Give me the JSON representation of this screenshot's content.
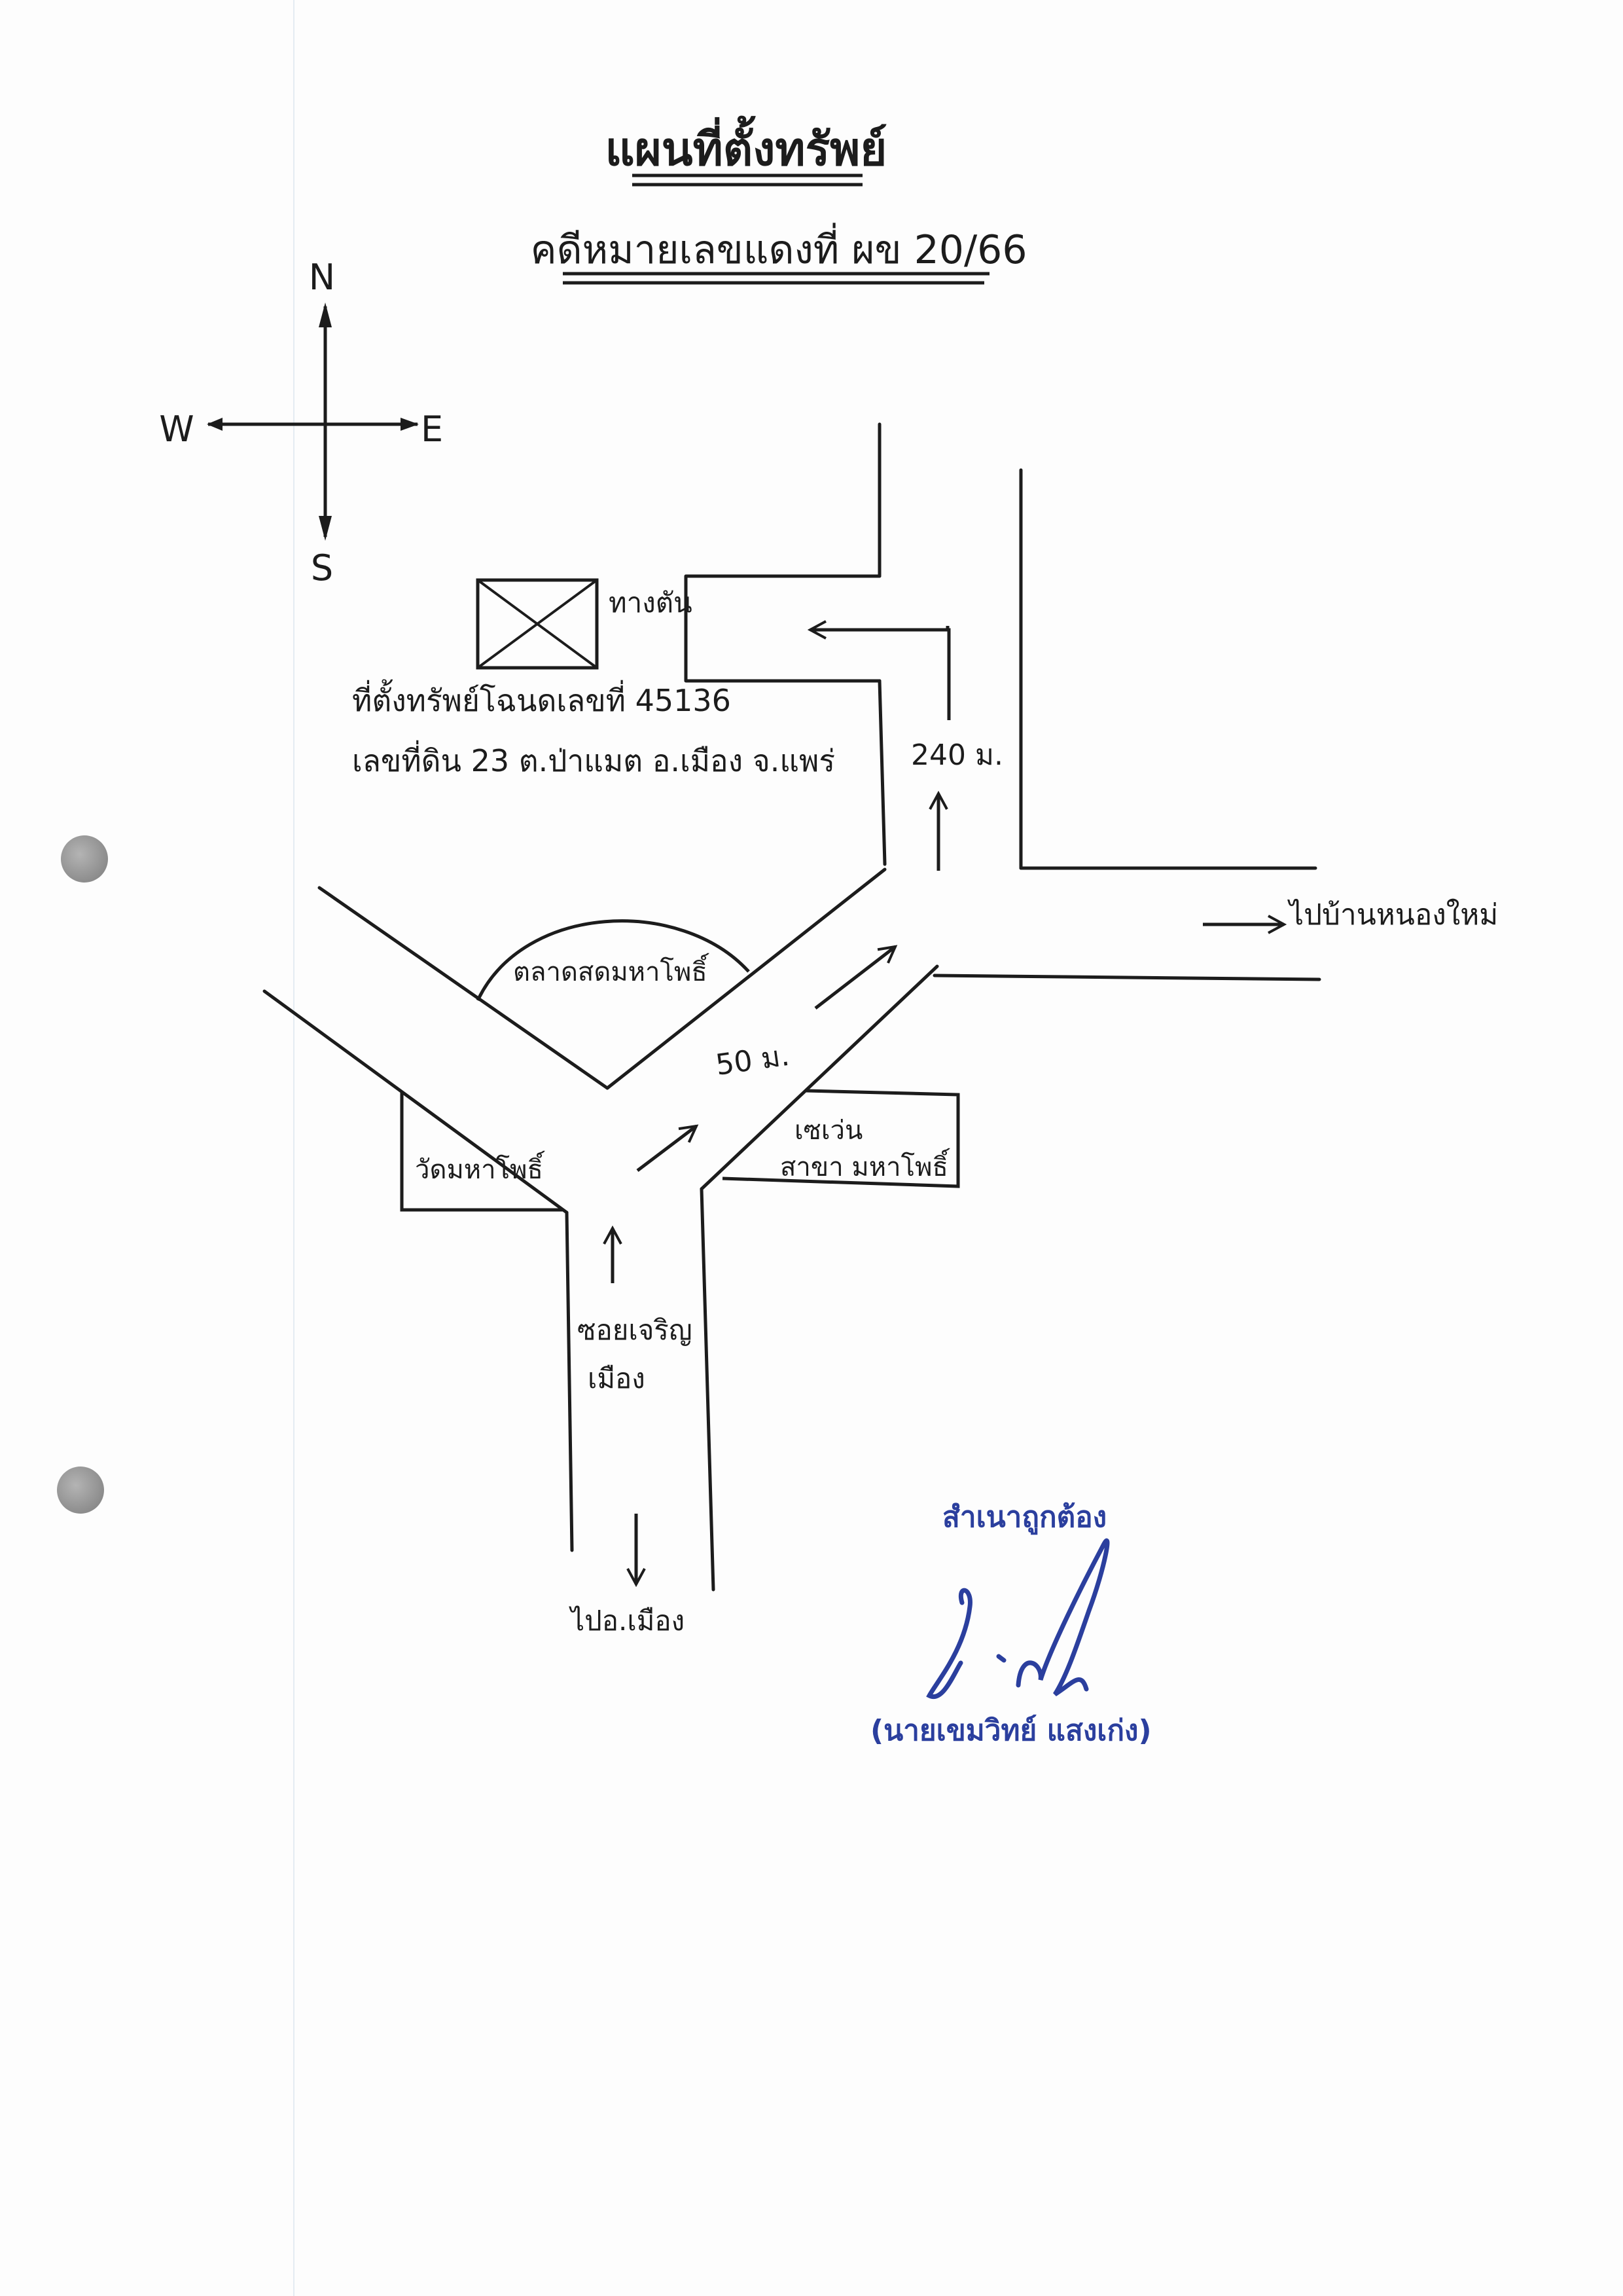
{
  "title": "แผนที่ตั้งทรัพย์",
  "case_number": "คดีหมายเลขแดงที่ ผข 20/66",
  "compass": {
    "north": "N",
    "south": "S",
    "east": "E",
    "west": "W"
  },
  "labels": {
    "road_end": "ทางตัน",
    "property_location_line1": "ที่ตั้งทรัพย์โฉนดเลขที่ 45136",
    "property_location_line2": "เลขที่ดิน 23 ต.ป่าแมต อ.เมือง จ.แพร่",
    "distance_north": "240 ม.",
    "distance_diagonal": "50 ม.",
    "to_east": "ไปบ้านหนองใหม่",
    "market": "ตลาดสดมหาโพธิ์",
    "temple": "วัดมหาโพธิ์",
    "store_line1": "เซเว่น",
    "store_line2": "สาขา มหาโพธิ์",
    "soi_line1": "ซอยเจริญ",
    "soi_line2": "เมือง",
    "to_south": "ไปอ.เมือง"
  },
  "certification": {
    "text": "สำเนาถูกต้อง",
    "name": "(นายเขมวิทย์  แสงเก่ง)"
  },
  "colors": {
    "ink": "#1c1c1c",
    "stamp": "#2b3f9e",
    "paper": "#fdfdfd"
  }
}
